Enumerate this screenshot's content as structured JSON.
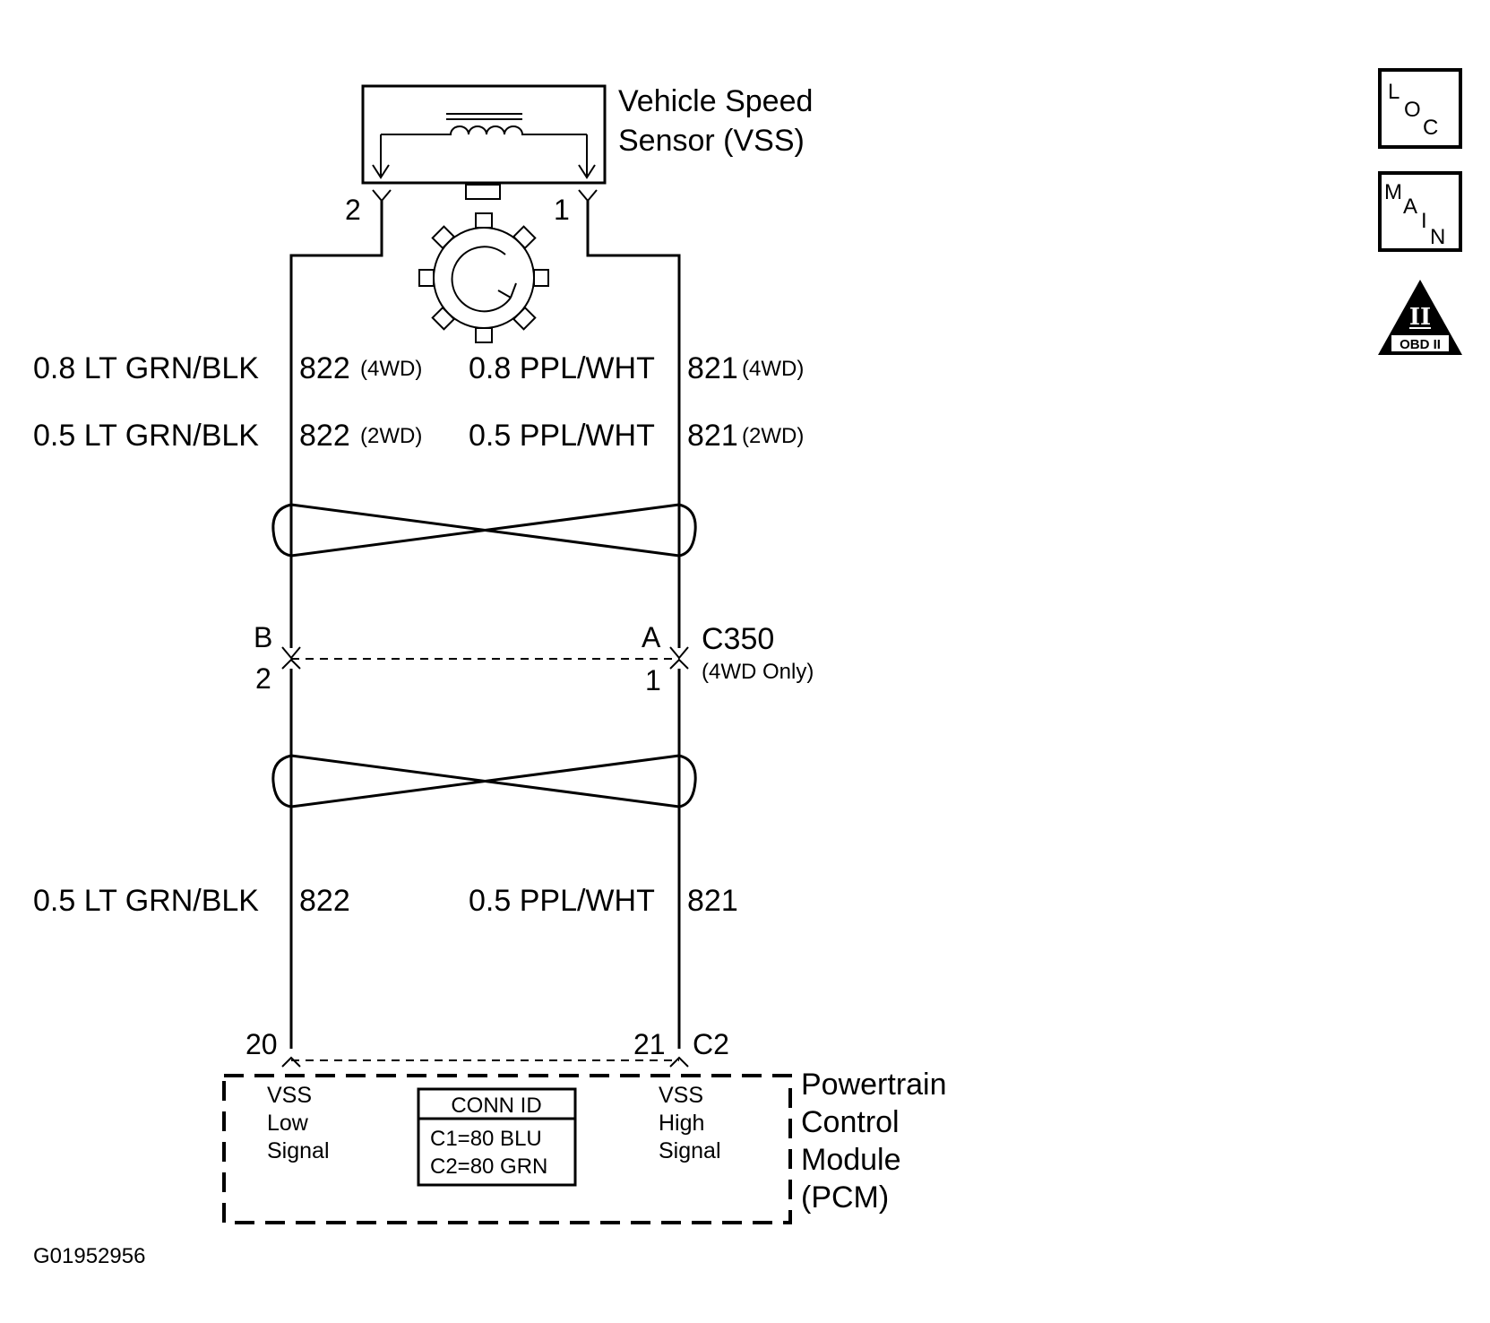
{
  "sensor": {
    "title_line1": "Vehicle Speed",
    "title_line2": "Sensor (VSS)",
    "pin_left": "2",
    "pin_right": "1"
  },
  "wires_upper": {
    "left_4wd": {
      "size_color": "0.8 LT GRN/BLK",
      "circuit": "822",
      "note": "(4WD)"
    },
    "left_2wd": {
      "size_color": "0.5 LT GRN/BLK",
      "circuit": "822",
      "note": "(2WD)"
    },
    "right_4wd": {
      "size_color": "0.8 PPL/WHT",
      "circuit": "821",
      "note": "(4WD)"
    },
    "right_2wd": {
      "size_color": "0.5 PPL/WHT",
      "circuit": "821",
      "note": "(2WD)"
    }
  },
  "connector": {
    "id": "C350",
    "note": "(4WD Only)",
    "left_letter": "B",
    "left_pin": "2",
    "right_letter": "A",
    "right_pin": "1"
  },
  "wires_lower": {
    "left": {
      "size_color": "0.5 LT GRN/BLK",
      "circuit": "822"
    },
    "right": {
      "size_color": "0.5 PPL/WHT",
      "circuit": "821"
    }
  },
  "pcm": {
    "pin_left": "20",
    "pin_right": "21",
    "connector": "C2",
    "left_signal": [
      "VSS",
      "Low",
      "Signal"
    ],
    "right_signal": [
      "VSS",
      "High",
      "Signal"
    ],
    "conn_id_title": "CONN ID",
    "conn_id_rows": [
      "C1=80 BLU",
      "C2=80 GRN"
    ],
    "title_lines": [
      "Powertrain",
      "Control",
      "Module",
      "(PCM)"
    ]
  },
  "icons": {
    "loc": [
      "L",
      "O",
      "C"
    ],
    "main": [
      "M",
      "A",
      "I",
      "N"
    ],
    "obd_numeral": "II",
    "obd_label": "OBD II"
  },
  "figure_id": "G01952956"
}
